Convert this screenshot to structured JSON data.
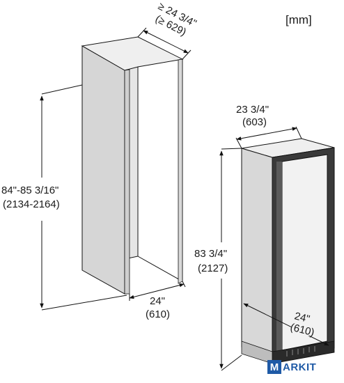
{
  "units_label": "[mm]",
  "niche": {
    "depth_in": "≥ 24 3/4\"",
    "depth_mm": "(≥ 629)",
    "height_in": "84\"-85 3/16\"",
    "height_mm": "(2134-2164)",
    "width_in": "24\"",
    "width_mm": "(610)"
  },
  "appliance": {
    "depth_in": "23 3/4\"",
    "depth_mm": "(603)",
    "height_in": "83 3/4\"",
    "height_mm": "(2127)",
    "width_in": "24\"",
    "width_mm": "(610)"
  },
  "watermark": {
    "letter": "M",
    "text": "ARKIT"
  },
  "colors": {
    "cabinet_gray": "#d9d9d9",
    "appliance_gray": "#dcdcdc",
    "line": "#111111",
    "watermark_blue": "#1f5aa6"
  }
}
